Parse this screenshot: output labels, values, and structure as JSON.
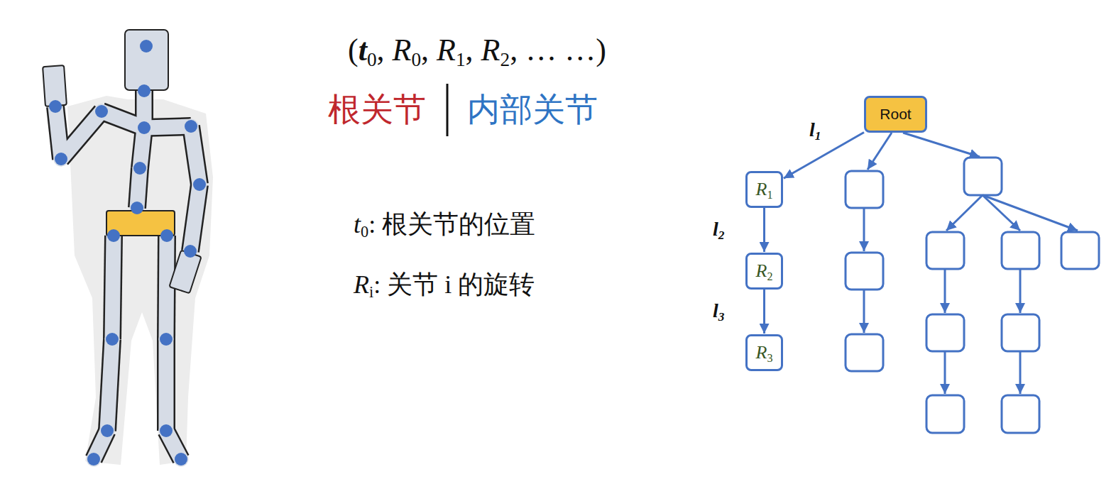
{
  "diagram": {
    "nodes": [
      {
        "text": [
          "Root"
        ]
      },
      {
        "text": [
          "R1"
        ]
      },
      {
        "text": [
          "R2"
        ]
      },
      {
        "text": [
          "R3"
        ]
      }
    ],
    "edges": [
      {
        "from": 0,
        "to": 1,
        "arrow": "to",
        "label": "l1"
      },
      {
        "from": 1,
        "to": 2,
        "arrow": "to",
        "label": "l2"
      },
      {
        "from": 2,
        "to": 3,
        "arrow": "to",
        "label": "l3"
      }
    ],
    "labels": [
      "(t0, R0, R1, R2, … …)",
      "根关节",
      "内部关节",
      "t0: 根关节的位置",
      "Ri: 关节 i 的旋转"
    ]
  }
}
